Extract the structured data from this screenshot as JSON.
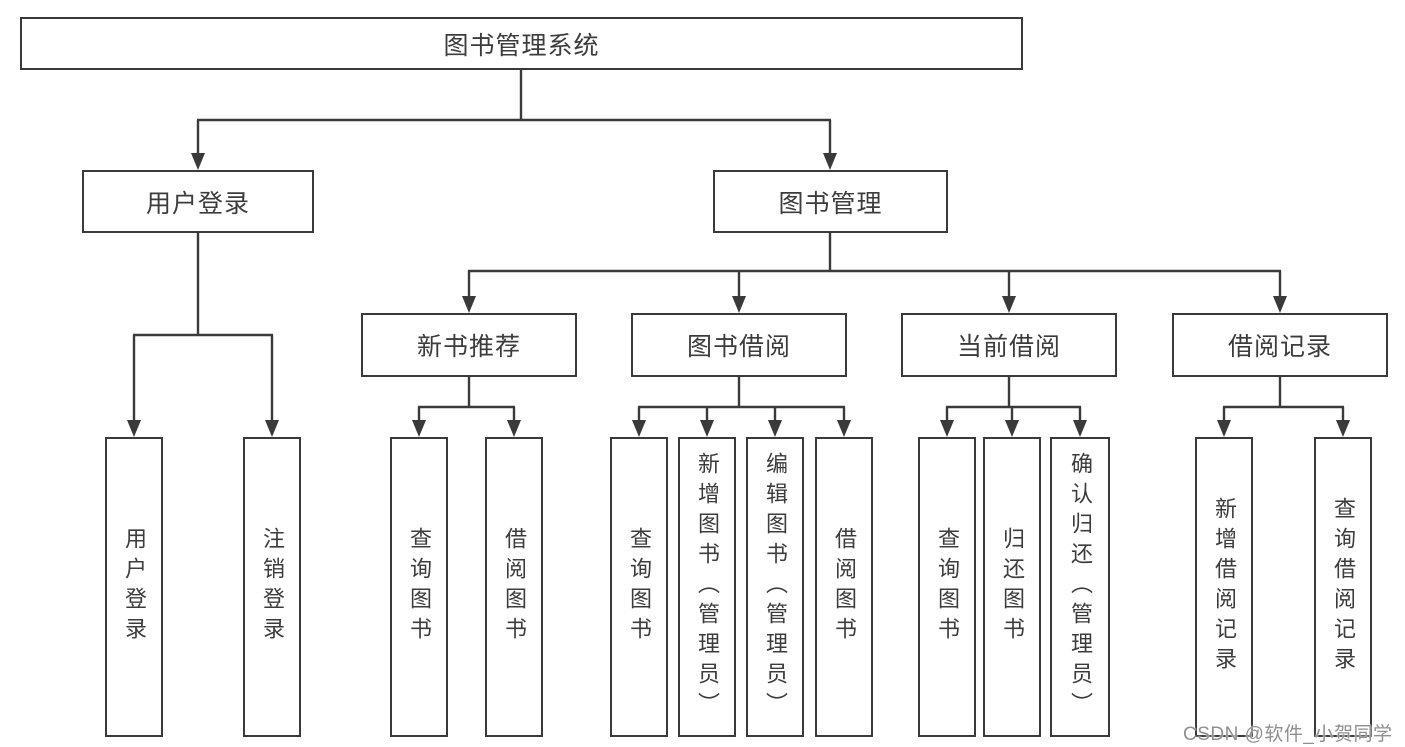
{
  "colors": {
    "line": "#3a3a3a",
    "text": "#3c3c3c",
    "watermark": "#8f8f8f",
    "bg": "#ffffff"
  },
  "watermark": {
    "text": "CSDN @软件_小贺同学"
  },
  "tree": {
    "label": "图书管理系统",
    "children": [
      {
        "label": "用户登录",
        "children": [
          {
            "label": "用户登录"
          },
          {
            "label": "注销登录"
          }
        ]
      },
      {
        "label": "图书管理",
        "children": [
          {
            "label": "新书推荐",
            "children": [
              {
                "label": "查询图书"
              },
              {
                "label": "借阅图书"
              }
            ]
          },
          {
            "label": "图书借阅",
            "children": [
              {
                "label": "查询图书"
              },
              {
                "label": "新增图书（管理员）"
              },
              {
                "label": "编辑图书（管理员）"
              },
              {
                "label": "借阅图书"
              }
            ]
          },
          {
            "label": "当前借阅",
            "children": [
              {
                "label": "查询图书"
              },
              {
                "label": "归还图书"
              },
              {
                "label": "确认归还（管理员）"
              }
            ]
          },
          {
            "label": "借阅记录",
            "children": [
              {
                "label": "新增借阅记录"
              },
              {
                "label": "查询借阅记录"
              }
            ]
          }
        ]
      }
    ]
  }
}
